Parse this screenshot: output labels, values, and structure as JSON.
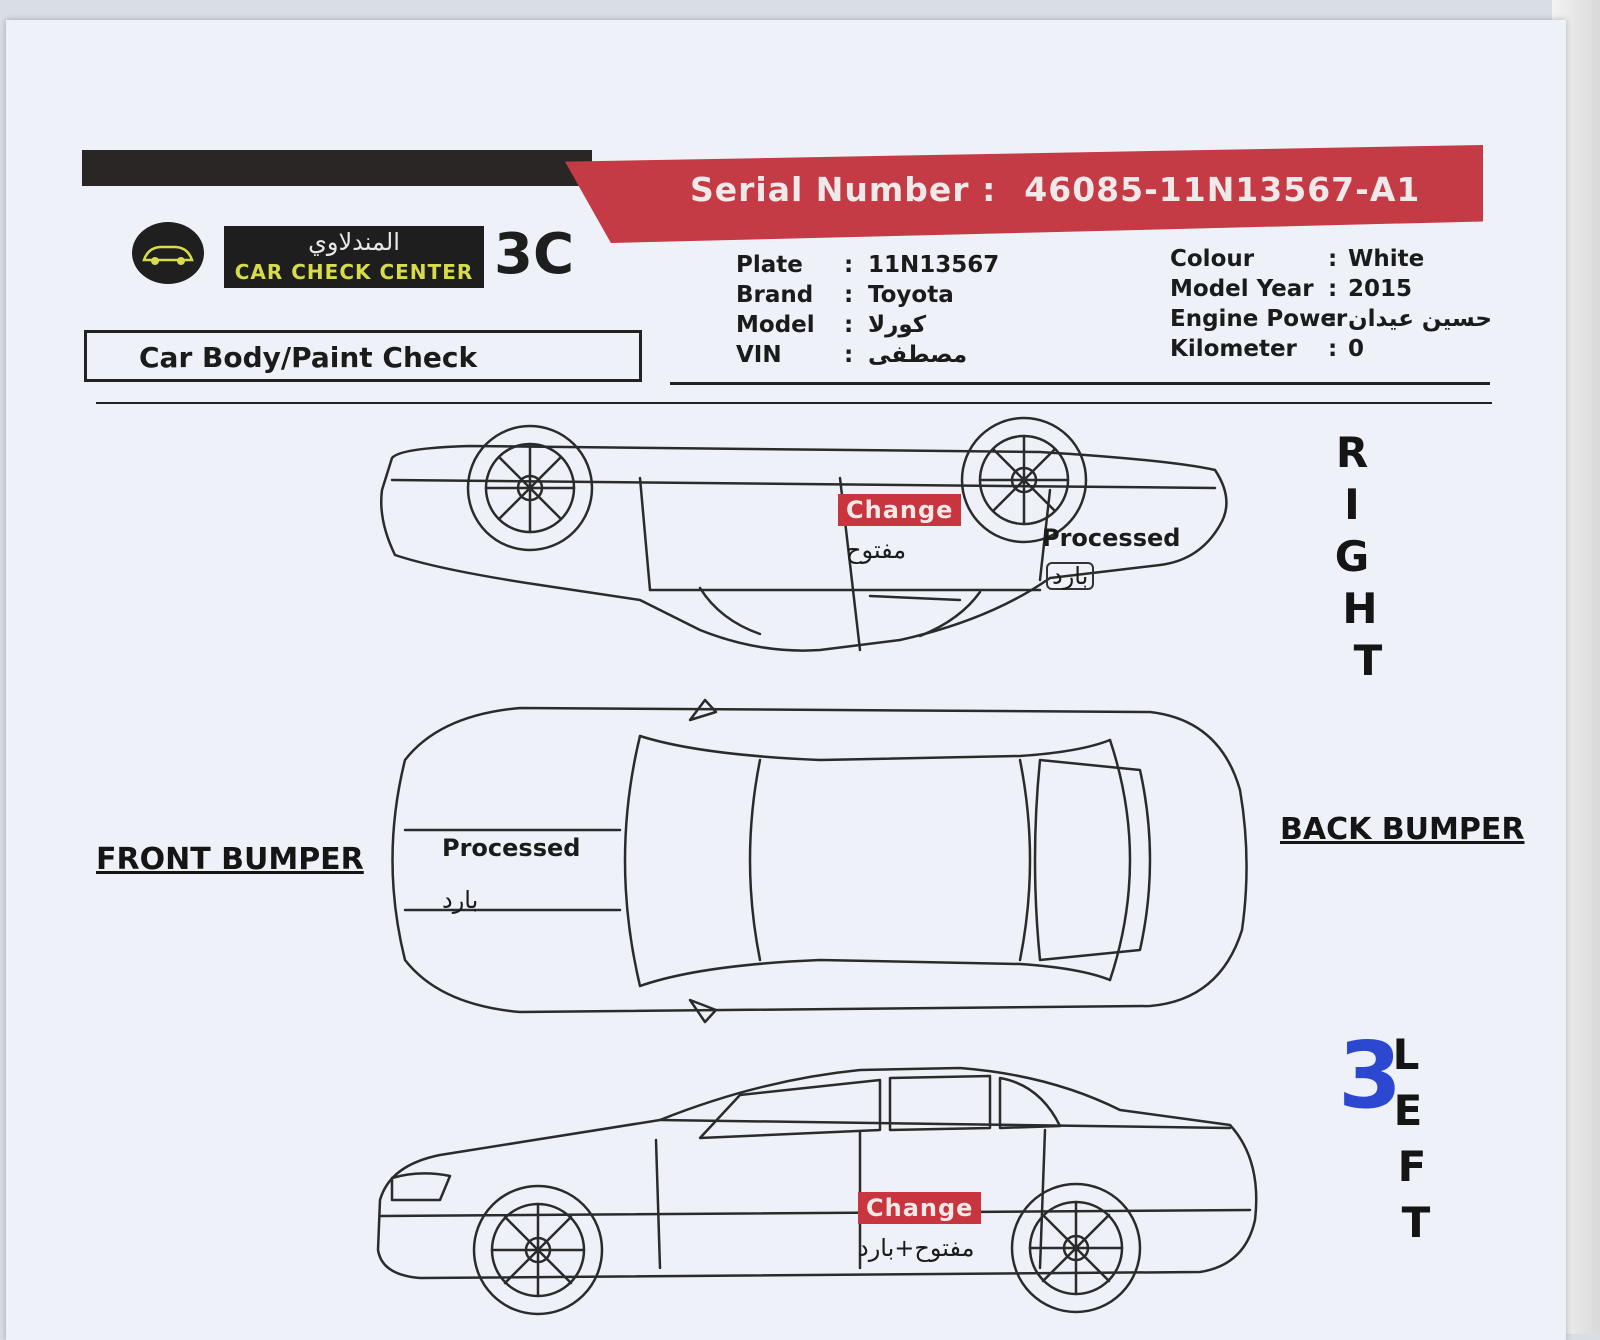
{
  "header": {
    "serial_label": "Serial Number :",
    "serial_value": "46085-11N13567-A1"
  },
  "logo": {
    "arabic_name": "المندلاوي",
    "english_name": "CAR CHECK CENTER",
    "badge": "3C"
  },
  "form_title": "Car Body/Paint Check",
  "vehicle_info_left": [
    {
      "label": "Plate",
      "value": "11N13567"
    },
    {
      "label": "Brand",
      "value": "Toyota"
    },
    {
      "label": "Model",
      "value": "كورلا"
    },
    {
      "label": "VIN",
      "value": "مصطفى"
    }
  ],
  "vehicle_info_right": [
    {
      "label": "Colour",
      "value": "White"
    },
    {
      "label": "Model Year",
      "value": "2015"
    },
    {
      "label": "Engine Power",
      "value": "حسين عيدان"
    },
    {
      "label": "Kilometer",
      "value": "0"
    }
  ],
  "sides": {
    "right": [
      "R",
      "I",
      "G",
      "H",
      "T"
    ],
    "left": [
      "L",
      "E",
      "F",
      "T"
    ],
    "front": "FRONT BUMPER",
    "back": "BACK BUMPER"
  },
  "annotations": {
    "right_door_tag": "Change",
    "right_door_note": "مفتوح",
    "right_rear_note": "Processed",
    "right_rear_note_ar": "بارد",
    "hood_note": "Processed",
    "hood_note_ar": "بارد",
    "left_door_tag": "Change",
    "left_door_note": "مفتوح+بارد"
  },
  "handwritten_mark": "3",
  "colors": {
    "red_band": "#c43a45",
    "dark_bar": "#2a2626",
    "logo_yellow": "#d6dc4a",
    "ink_blue": "#2d48d0"
  },
  "icons": {
    "logo": "car-logo-icon"
  }
}
